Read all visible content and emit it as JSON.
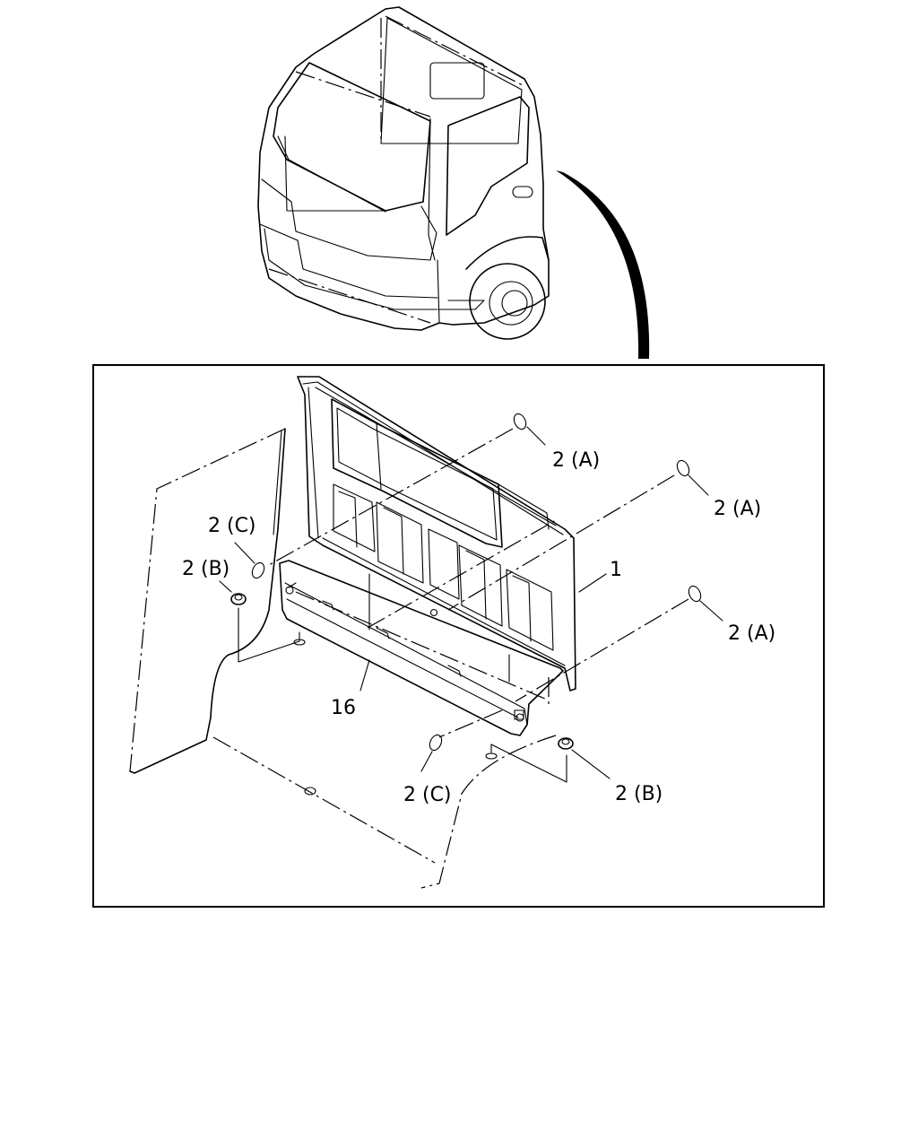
{
  "diagram": {
    "cab_overview": {
      "note": ""
    },
    "callouts": {
      "part_1": "1",
      "part_16": "16",
      "part_2a_top": "2 (A)",
      "part_2a_mid": "2 (A)",
      "part_2a_low": "2 (A)",
      "part_2b_left": "2 (B)",
      "part_2b_right": "2 (B)",
      "part_2c_left": "2 (C)",
      "part_2c_bottom": "2 (C)"
    },
    "colors": {
      "line": "#000000",
      "background": "#ffffff"
    }
  }
}
